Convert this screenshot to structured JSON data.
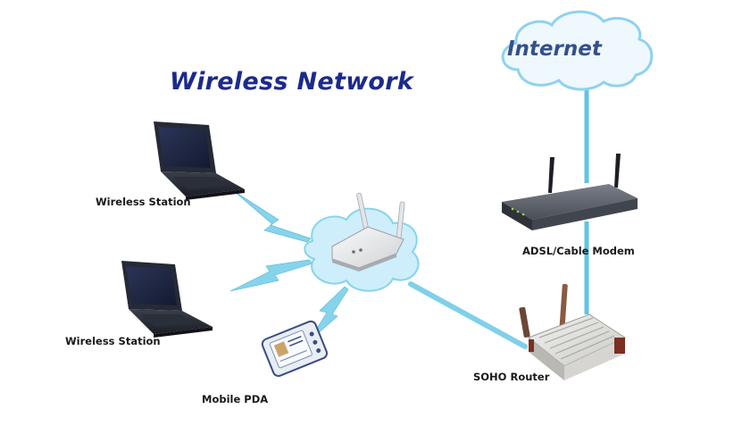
{
  "diagram": {
    "title": "Wireless Network",
    "cloud_label": "Internet",
    "nodes": {
      "laptop_top": "Wireless Station",
      "laptop_bottom": "Wireless Station",
      "pda": "Mobile PDA",
      "access_point": "",
      "modem": "ADSL/Cable Modem",
      "router": "SOHO Router"
    },
    "colors": {
      "link": "#7fd0e8",
      "link_edge": "#4fb3d4",
      "title": "#1c2a8c",
      "cloud_text": "#34508a",
      "cloud_fill": "#eef8fd",
      "cloud_stroke": "#8fd2ee"
    }
  }
}
